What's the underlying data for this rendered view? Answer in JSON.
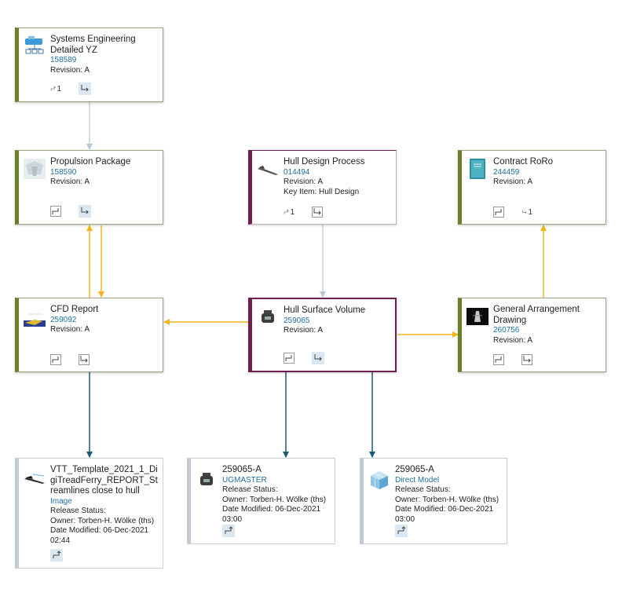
{
  "nodes": {
    "systems": {
      "title": "Systems Engineering Detailed YZ",
      "id": "158589",
      "revision": "Revision: A",
      "count": "1"
    },
    "propulsion": {
      "title": "Propulsion Package",
      "id": "158590",
      "revision": "Revision: A"
    },
    "hulldesign": {
      "title": "Hull Design Process",
      "id": "014494",
      "revision": "Revision: A",
      "keyitem": "Key Item: Hull Design",
      "count": "1"
    },
    "contract": {
      "title": "Contract RoRo",
      "id": "244459",
      "revision": "Revision: A",
      "count": "1"
    },
    "cfd": {
      "title": "CFD Report",
      "id": "259092",
      "revision": "Revision: A"
    },
    "hullsurface": {
      "title": "Hull Surface Volume",
      "id": "259065",
      "revision": "Revision: A"
    },
    "general": {
      "title": "General Arrangement Drawing",
      "id": "260756",
      "revision": "Revision: A"
    },
    "vtt": {
      "title": "VTT_Template_2021_1_DigiTreadFerry_REPORT_Streamlines close to hull",
      "type": "Image",
      "status": "Release Status:",
      "owner": "Owner: Torben-H. Wölke (ths)",
      "date": "Date Modified: 06-Dec-2021 02:44"
    },
    "ugmaster": {
      "title": "259065-A",
      "type": "UGMASTER",
      "status": "Release Status:",
      "owner": "Owner: Torben-H. Wölke (ths)",
      "date": "Date Modified: 06-Dec-2021 03:00"
    },
    "direct": {
      "title": "259065-A",
      "type": "Direct Model",
      "status": "Release Status:",
      "owner": "Owner: Torben-H. Wölke (ths)",
      "date": "Date Modified: 06-Dec-2021 03:00"
    }
  },
  "colors": {
    "green": "#6b7f2a",
    "purple": "#6e1e4f",
    "edge_gray": "#b7c7d3",
    "edge_yellow": "#f5b41e",
    "edge_teal": "#1c5b78",
    "link": "#1f6f9c"
  }
}
